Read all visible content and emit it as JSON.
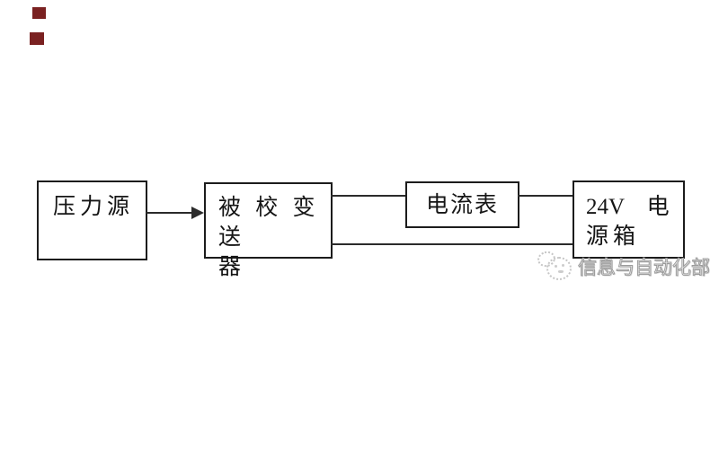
{
  "page": {
    "background_color": "#ffffff",
    "line_color": "#2b2b2b",
    "border_color": "#1c1c1c",
    "marker_color": "#7a2121",
    "watermark_color": "#9b9b9b"
  },
  "diagram": {
    "boxes": [
      {
        "id": "pressure-source",
        "label": "压力源"
      },
      {
        "id": "transmitter-under-calibration",
        "label": "被校变送器",
        "lines": [
          "被 校 变 送",
          "器"
        ]
      },
      {
        "id": "ammeter",
        "label": "电流表"
      },
      {
        "id": "power-box",
        "label": "24V 电源箱",
        "lines": [
          "24V　电",
          "源箱"
        ]
      }
    ],
    "connections": [
      {
        "from": "pressure-source",
        "to": "transmitter-under-calibration",
        "style": "arrow"
      },
      {
        "from": "transmitter-under-calibration",
        "to": "ammeter",
        "style": "line"
      },
      {
        "from": "ammeter",
        "to": "power-box",
        "style": "line"
      },
      {
        "from": "transmitter-under-calibration",
        "to": "power-box",
        "style": "line"
      }
    ]
  },
  "watermark": {
    "text": "信息与自动化部"
  }
}
